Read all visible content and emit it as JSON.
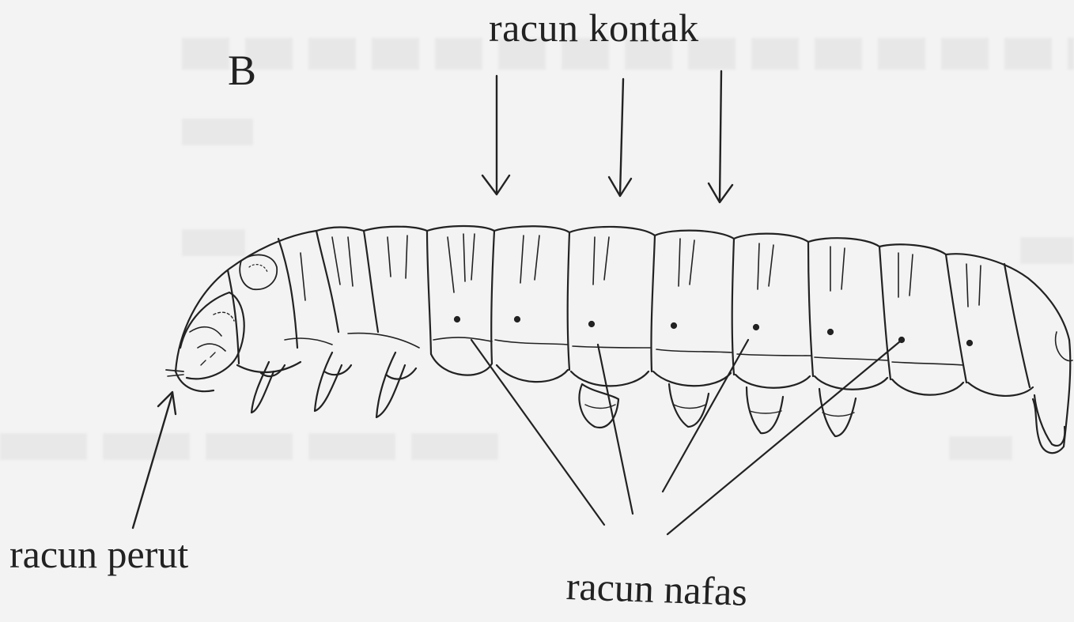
{
  "figure": {
    "panel_letter": "B",
    "labels": {
      "contact_poison": "racun kontak",
      "stomach_poison": "racun perut",
      "respiratory_poison": "racun nafas"
    }
  },
  "colors": {
    "background": "#f3f3f3",
    "ink": "#222222",
    "bleed_through": "#d8d8d8"
  }
}
